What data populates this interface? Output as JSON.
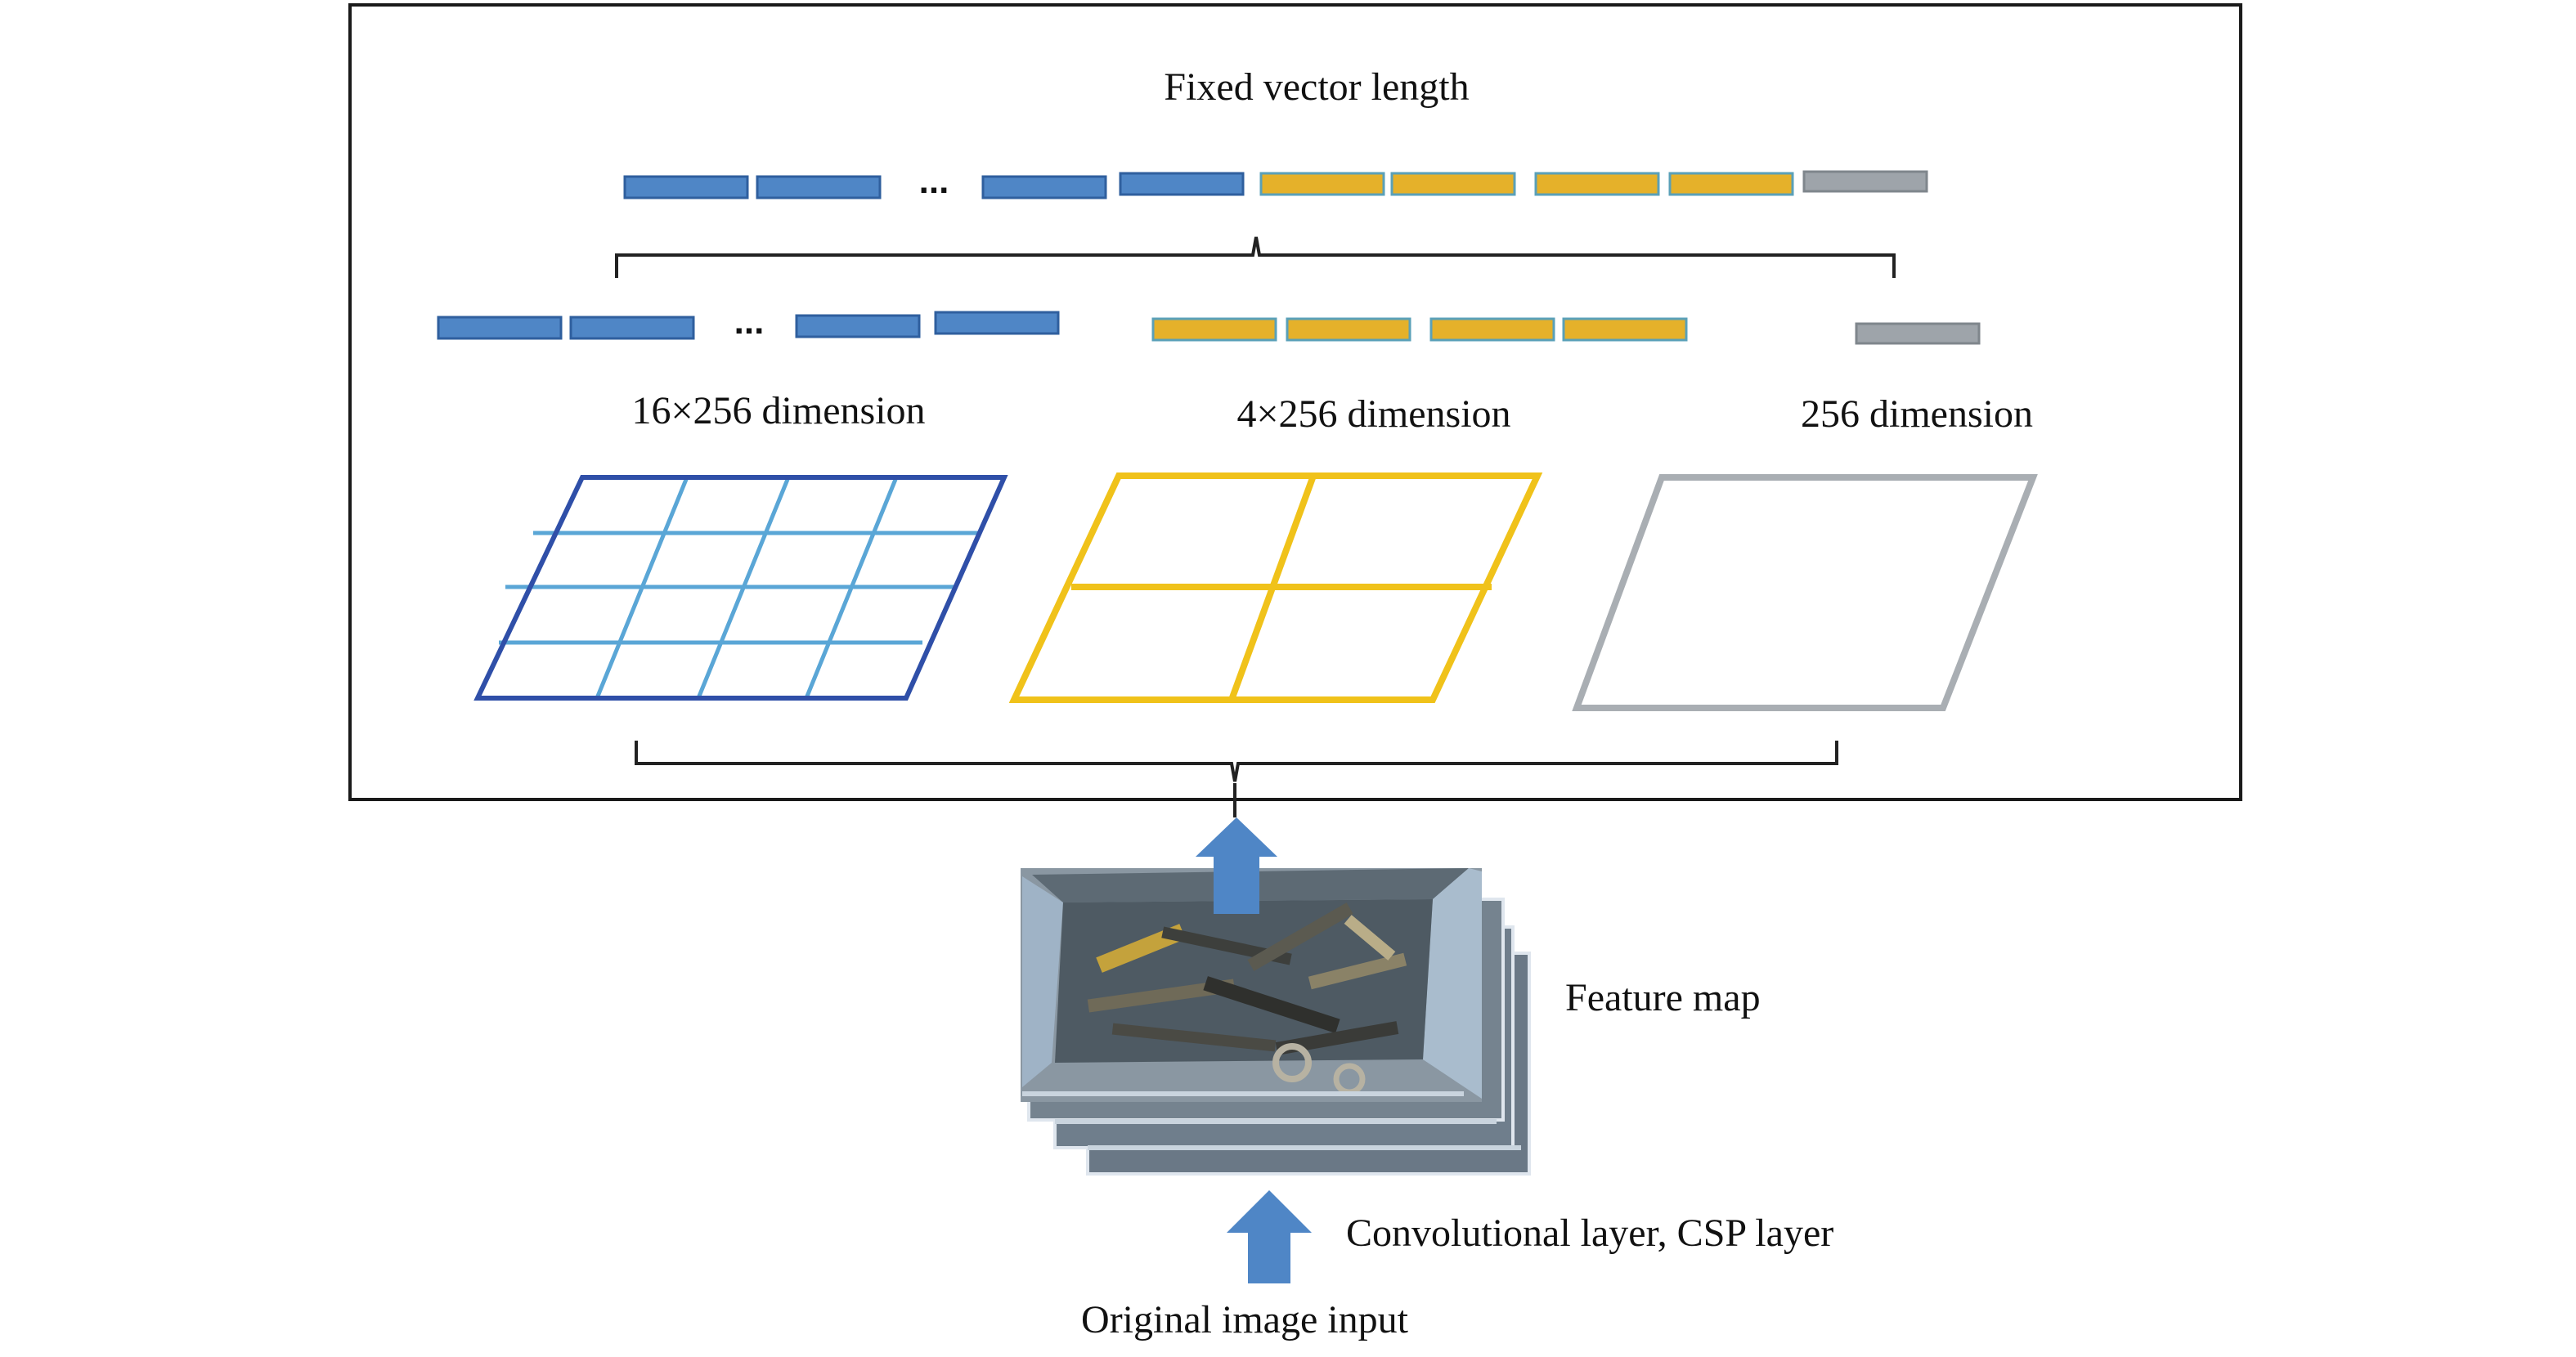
{
  "labels": {
    "fixed_vector_length": "Fixed vector length",
    "dim_16": "16×256 dimension",
    "dim_4": "4×256 dimension",
    "dim_1": "256 dimension",
    "feature_map": "Feature map",
    "conv_layer": "Convolutional layer, CSP layer",
    "original_input": "Original image input"
  },
  "ellipsis": "...",
  "colors": {
    "blue_fill": "#4f86c6",
    "blue_stroke": "#2f5f9e",
    "yellow_fill": "#e5b12a",
    "yellow_stroke": "#5aa0b8",
    "gray_fill": "#9ea4aa",
    "gray_stroke": "#7f868c",
    "grid_blue_outer": "#2f4fa8",
    "grid_blue_inner": "#5aa6d6",
    "grid_yellow": "#f0c21a",
    "grid_gray": "#a9aeb3",
    "arrow_blue": "#4f86c6",
    "frame": "#1a1a1a"
  }
}
